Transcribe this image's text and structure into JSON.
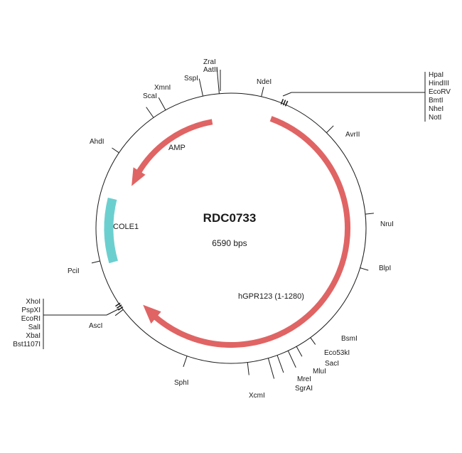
{
  "plasmid": {
    "name": "RDC0733",
    "size_label": "6590 bps"
  },
  "colors": {
    "amp": "#e06464",
    "hgpr": "#e06464",
    "cole1": "#6ccfcf",
    "line": "#1a1a1a"
  },
  "features": [
    {
      "id": "amp",
      "label": "AMP"
    },
    {
      "id": "hgpr",
      "label": "hGPR123 (1-1280)"
    },
    {
      "id": "cole1",
      "label": "COLE1"
    }
  ],
  "sites": [
    {
      "id": "zrai",
      "label": "ZraI"
    },
    {
      "id": "aatii",
      "label": "AatII"
    },
    {
      "id": "sspi",
      "label": "SspI"
    },
    {
      "id": "xmni",
      "label": "XmnI"
    },
    {
      "id": "scai",
      "label": "ScaI"
    },
    {
      "id": "ndei",
      "label": "NdeI"
    },
    {
      "id": "ahdi",
      "label": "AhdI"
    },
    {
      "id": "avrii",
      "label": "AvrII"
    },
    {
      "id": "nrui",
      "label": "NruI"
    },
    {
      "id": "blpi",
      "label": "BlpI"
    },
    {
      "id": "pcii",
      "label": "PciI"
    },
    {
      "id": "asci",
      "label": "AscI"
    },
    {
      "id": "bsmi",
      "label": "BsmI"
    },
    {
      "id": "eco53ki",
      "label": "Eco53kI"
    },
    {
      "id": "saci",
      "label": "SacI"
    },
    {
      "id": "mlui",
      "label": "MluI"
    },
    {
      "id": "mrei",
      "label": "MreI"
    },
    {
      "id": "sgrai",
      "label": "SgrAI"
    },
    {
      "id": "xcmi",
      "label": "XcmI"
    },
    {
      "id": "sphi",
      "label": "SphI"
    }
  ],
  "site_groups": [
    {
      "id": "mcs1",
      "labels": [
        "HpaI",
        "HindIII",
        "EcoRV",
        "BmtI",
        "NheI",
        "NotI"
      ]
    },
    {
      "id": "mcs2",
      "labels": [
        "XhoI",
        "PspXI",
        "EcoRI",
        "SalI",
        "XbaI",
        "Bst1107I"
      ]
    }
  ]
}
